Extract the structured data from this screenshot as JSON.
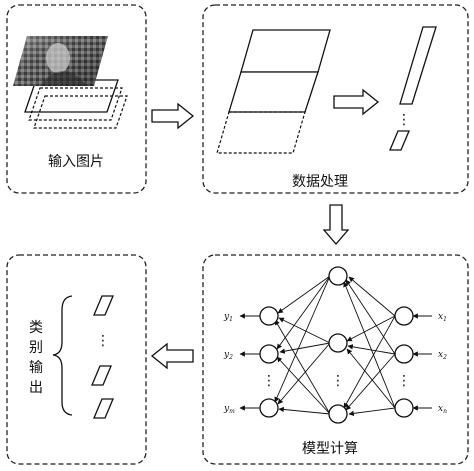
{
  "stages": {
    "input": "输入图片",
    "processing": "数据处理",
    "model": "模型计算",
    "output_chars": [
      "类",
      "别",
      "输",
      "出"
    ]
  },
  "network": {
    "outputs": [
      {
        "var": "y",
        "sub": "1"
      },
      {
        "var": "y",
        "sub": "2"
      },
      {
        "var": "y",
        "sub": "m"
      }
    ],
    "inputs": [
      {
        "var": "x",
        "sub": "1"
      },
      {
        "var": "x",
        "sub": "2"
      },
      {
        "var": "x",
        "sub": "n"
      }
    ]
  },
  "ellipsis": "⋮"
}
